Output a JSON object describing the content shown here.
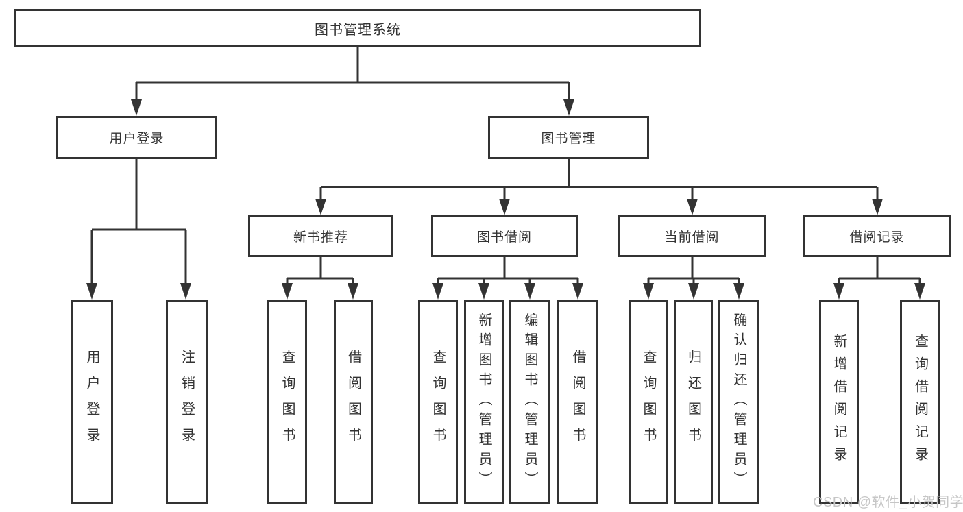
{
  "tree": {
    "label": "图书管理系统",
    "children": [
      {
        "label": "用户登录",
        "children": [
          {
            "label": "用户登录"
          },
          {
            "label": "注销登录"
          }
        ]
      },
      {
        "label": "图书管理",
        "children": [
          {
            "label": "新书推荐",
            "children": [
              {
                "label": "查询图书"
              },
              {
                "label": "借阅图书"
              }
            ]
          },
          {
            "label": "图书借阅",
            "children": [
              {
                "label": "查询图书"
              },
              {
                "label": "新增图书（管理员）"
              },
              {
                "label": "编辑图书（管理员）"
              },
              {
                "label": "借阅图书"
              }
            ]
          },
          {
            "label": "当前借阅",
            "children": [
              {
                "label": "查询图书"
              },
              {
                "label": "归还图书"
              },
              {
                "label": "确认归还（管理员）"
              }
            ]
          },
          {
            "label": "借阅记录",
            "children": [
              {
                "label": "新增借阅记录"
              },
              {
                "label": "查询借阅记录"
              }
            ]
          }
        ]
      }
    ]
  },
  "watermark": {
    "text": "CSDN @软件_小贺同学",
    "color": "#c6c6c6"
  },
  "colors": {
    "line": "#333333",
    "text": "#333333",
    "background": "#ffffff"
  }
}
